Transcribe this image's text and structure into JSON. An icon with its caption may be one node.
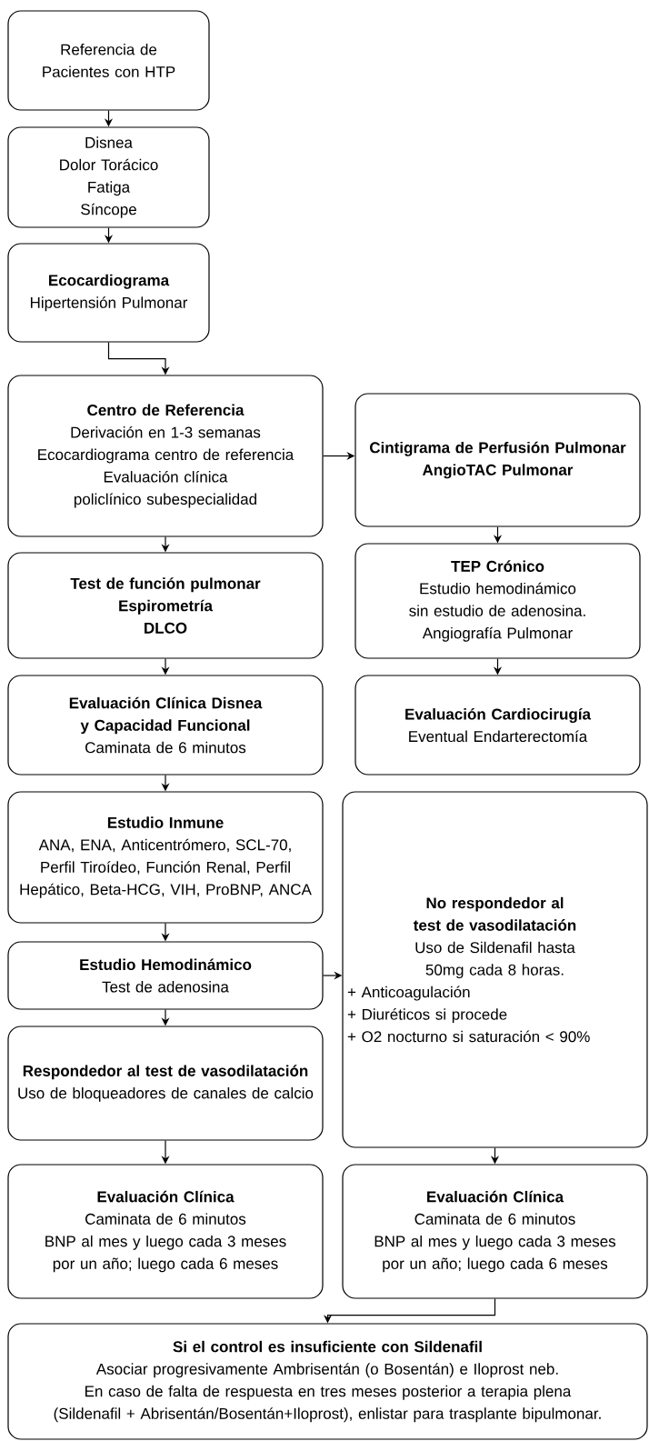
{
  "diagram": {
    "nodes": [
      {
        "text": [
          "Referencia de Pacientes con HTP"
        ]
      },
      {
        "text": [
          "Disnea",
          "Dolor Torácico",
          "Fatiga",
          "Síncope"
        ]
      },
      {
        "text": [
          "Ecocardiograma",
          "Hipertensión Pulmonar"
        ]
      },
      {
        "text": [
          "Centro de Referencia",
          "Derivación en 1-3 semanas",
          "Ecocardiograma centro de referencia",
          "Evaluación clínica policlínico subespecialidad"
        ]
      },
      {
        "text": [
          "Cintigrama de Perfusión Pulmonar",
          "AngioTAC Pulmonar"
        ]
      },
      {
        "text": [
          "Test de función pulmonar",
          "Espirometría",
          "DLCO"
        ]
      },
      {
        "text": [
          "TEP Crónico",
          "Estudio hemodinámico sin estudio de adenosina.",
          "Angiografía Pulmonar"
        ]
      },
      {
        "text": [
          "Evaluación Clínica Disnea y Capacidad Funcional",
          "Caminata de 6 minutos"
        ]
      },
      {
        "text": [
          "Evaluación Cardiocirugía",
          "Eventual Endarterectomía"
        ]
      },
      {
        "text": [
          "Estudio Inmune",
          "ANA, ENA, Anticentrómero, SCL-70, Perfil Tiroídeo, Función Renal, Perfil Hepático, Beta-HCG, VIH, ProBNP, ANCA"
        ]
      },
      {
        "text": [
          "Estudio Hemodinámico",
          "Test de adenosina"
        ]
      },
      {
        "text": [
          "Respondedor al test de vasodilatación",
          "Uso de bloqueadores de canales de calcio"
        ]
      },
      {
        "text": [
          "No respondedor al test de vasodilatación",
          "Uso de Sildenafil hasta 50mg cada 8 horas.",
          "+ Anticoagulación",
          "+ Diuréticos si procede",
          "+ O2 nocturno si saturación < 90%"
        ]
      },
      {
        "text": [
          "Evaluación Clínica",
          "Caminata de 6 minutos",
          "BNP al mes y luego cada 3 meses por un año;  luego cada 6 meses"
        ]
      },
      {
        "text": [
          "Evaluación Clínica",
          "Caminata de 6 minutos",
          "BNP al mes y luego cada 3 meses por un año;  luego cada 6 meses"
        ]
      },
      {
        "text": [
          "Si el control es insuficiente con Sildenafil",
          "Asociar progresivamente Ambrisentán (o Bosentán) e Iloprost neb.",
          "En caso de falta de respuesta en tres meses posterior a terapia plena (Sildenafil + Abrisentán/Bosentán+Iloprost), enlistar para trasplante bipulmonar."
        ]
      }
    ],
    "edges": [
      {
        "from": 0,
        "to": 1,
        "arrow": "to"
      },
      {
        "from": 1,
        "to": 2,
        "arrow": "to"
      },
      {
        "from": 2,
        "to": 3,
        "arrow": "to"
      },
      {
        "from": 3,
        "to": 4,
        "arrow": "to"
      },
      {
        "from": 3,
        "to": 5,
        "arrow": "to"
      },
      {
        "from": 4,
        "to": 6,
        "arrow": "to"
      },
      {
        "from": 6,
        "to": 8,
        "arrow": "to"
      },
      {
        "from": 5,
        "to": 7,
        "arrow": "to"
      },
      {
        "from": 7,
        "to": 9,
        "arrow": "to"
      },
      {
        "from": 9,
        "to": 10,
        "arrow": "to"
      },
      {
        "from": 10,
        "to": 12,
        "arrow": "to"
      },
      {
        "from": 10,
        "to": 11,
        "arrow": "to"
      },
      {
        "from": 11,
        "to": 13,
        "arrow": "to"
      },
      {
        "from": 12,
        "to": 14,
        "arrow": "to"
      },
      {
        "from": 14,
        "to": 15,
        "arrow": "to"
      }
    ]
  }
}
